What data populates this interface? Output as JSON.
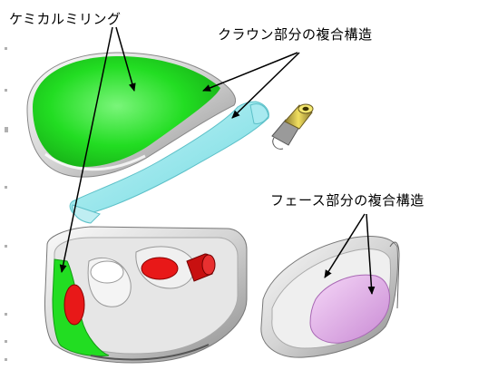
{
  "labels": {
    "chemical_milling": "ケミカルミリング",
    "crown_composite": "クラウン部分の複合構造",
    "face_composite": "フェース部分の複合構造"
  },
  "colors": {
    "milling_green": "#22dd22",
    "crown_insert_cyan": "#8ee8ee",
    "face_insert_pink": "#e0a8e8",
    "weight_red": "#e81818",
    "body_grey": "#d8d8d8",
    "arrow": "#000000"
  }
}
